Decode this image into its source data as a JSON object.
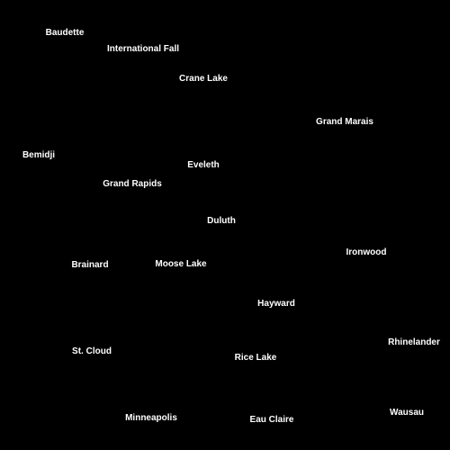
{
  "map": {
    "background_color": "#000000",
    "label_color": "#ffffff",
    "places": [
      {
        "id": "baudette",
        "name": "Baudette"
      },
      {
        "id": "international-falls",
        "name": "International Fall"
      },
      {
        "id": "crane-lake",
        "name": "Crane Lake"
      },
      {
        "id": "grand-marais",
        "name": "Grand Marais"
      },
      {
        "id": "bemidji",
        "name": "Bemidji"
      },
      {
        "id": "eveleth",
        "name": "Eveleth"
      },
      {
        "id": "grand-rapids",
        "name": "Grand Rapids"
      },
      {
        "id": "duluth",
        "name": "Duluth"
      },
      {
        "id": "ironwood",
        "name": "Ironwood"
      },
      {
        "id": "brainard",
        "name": "Brainard"
      },
      {
        "id": "moose-lake",
        "name": "Moose Lake"
      },
      {
        "id": "hayward",
        "name": "Hayward"
      },
      {
        "id": "rhinelander",
        "name": "Rhinelander"
      },
      {
        "id": "st-cloud",
        "name": "St. Cloud"
      },
      {
        "id": "rice-lake",
        "name": "Rice Lake"
      },
      {
        "id": "minneapolis",
        "name": "Minneapolis"
      },
      {
        "id": "eau-claire",
        "name": "Eau Claire"
      },
      {
        "id": "wausau",
        "name": "Wausau"
      }
    ]
  }
}
